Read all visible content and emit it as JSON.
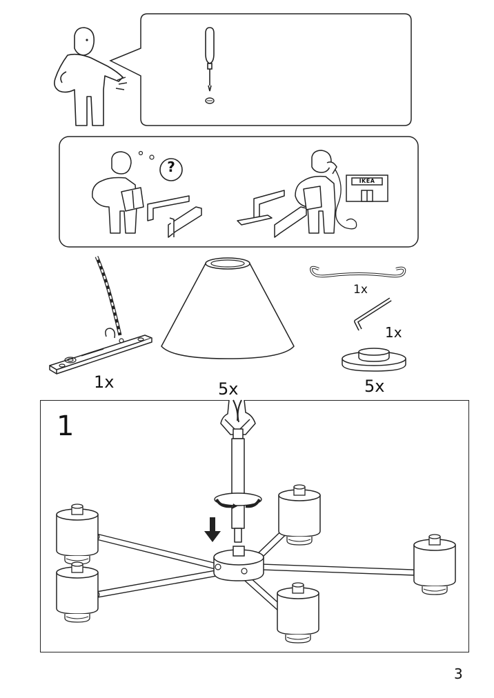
{
  "panel_tools": {
    "icons": [
      "ikea-man-icon",
      "screwdriver-icon",
      "screw-icon"
    ]
  },
  "panel_help": {
    "sign_text": "IKEA",
    "question_mark": "?",
    "icons": [
      "confused-man-icon",
      "phone-man-icon",
      "ikea-store-icon"
    ]
  },
  "parts": [
    {
      "name": "ceiling-bracket",
      "qty": "1x"
    },
    {
      "name": "lamp-shade",
      "qty": "5x"
    },
    {
      "name": "s-hook",
      "qty": "1x"
    },
    {
      "name": "allen-key",
      "qty": "1x"
    },
    {
      "name": "shade-ring",
      "qty": "5x"
    }
  ],
  "step": {
    "number": "1"
  },
  "page": {
    "number": "3"
  }
}
